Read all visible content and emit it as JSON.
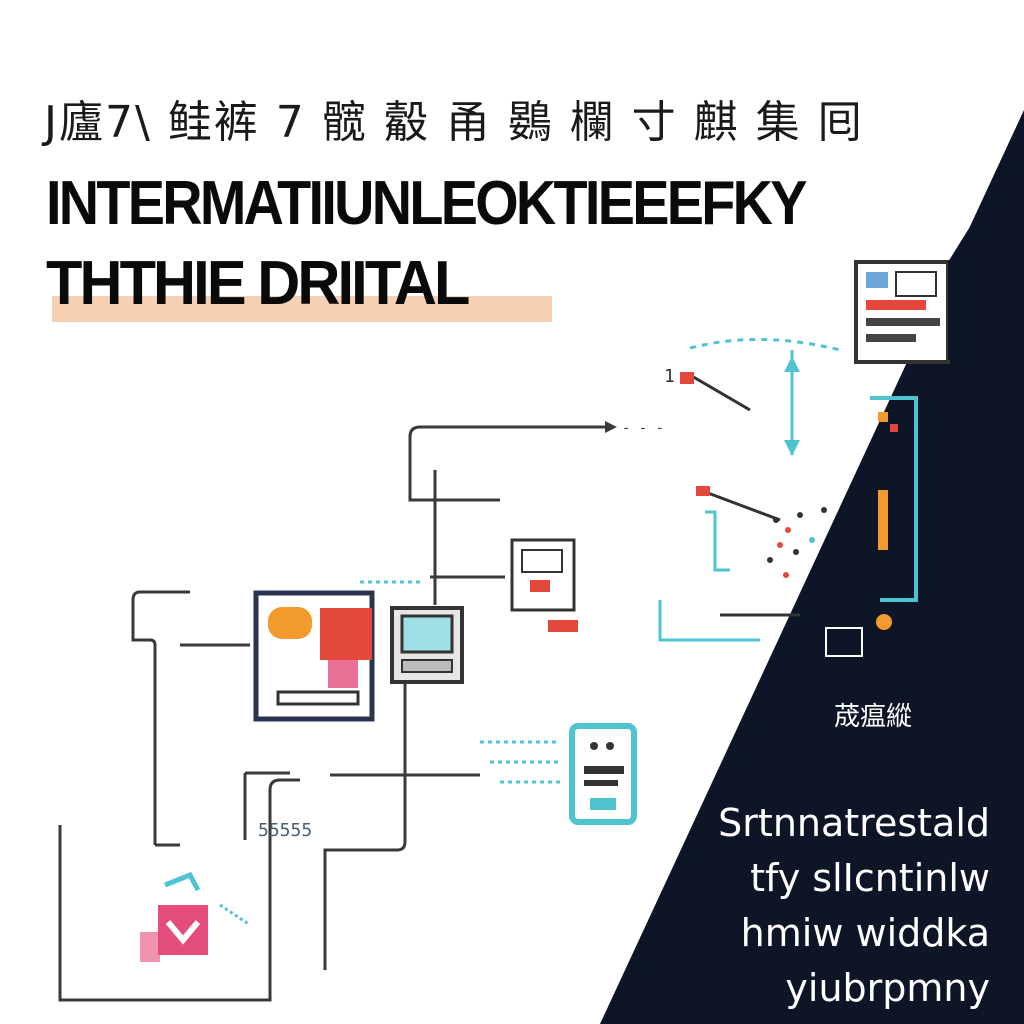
{
  "header": {
    "cjk_title": "J廬7\\ 鲑裤 7 髋 觳 甬 鷃 欄 寸 麒 集 囘",
    "headline_line1": "INTERMATIIUNLEOKTIEEEFKY",
    "headline_line2": "THTHIE DRIITAL"
  },
  "panel": {
    "cjk_label": "荿瘟縱",
    "text_lines": [
      "Srtnnatrestald",
      "tfy slIcntinlw",
      "hmiw widdka",
      "yiubrpmny"
    ]
  },
  "diagram": {
    "dots_label": "55555",
    "arrow_label": "1"
  },
  "colors": {
    "background": "#ffffff",
    "dark_panel": "#0d1526",
    "ink": "#0a0a0a",
    "accent_peach": "#f3c8a5",
    "accent_red": "#e4473b",
    "accent_teal": "#4fc3d0",
    "accent_orange": "#f39a2e",
    "accent_pink": "#e44d7a",
    "line_gray": "#3a3a3a"
  }
}
